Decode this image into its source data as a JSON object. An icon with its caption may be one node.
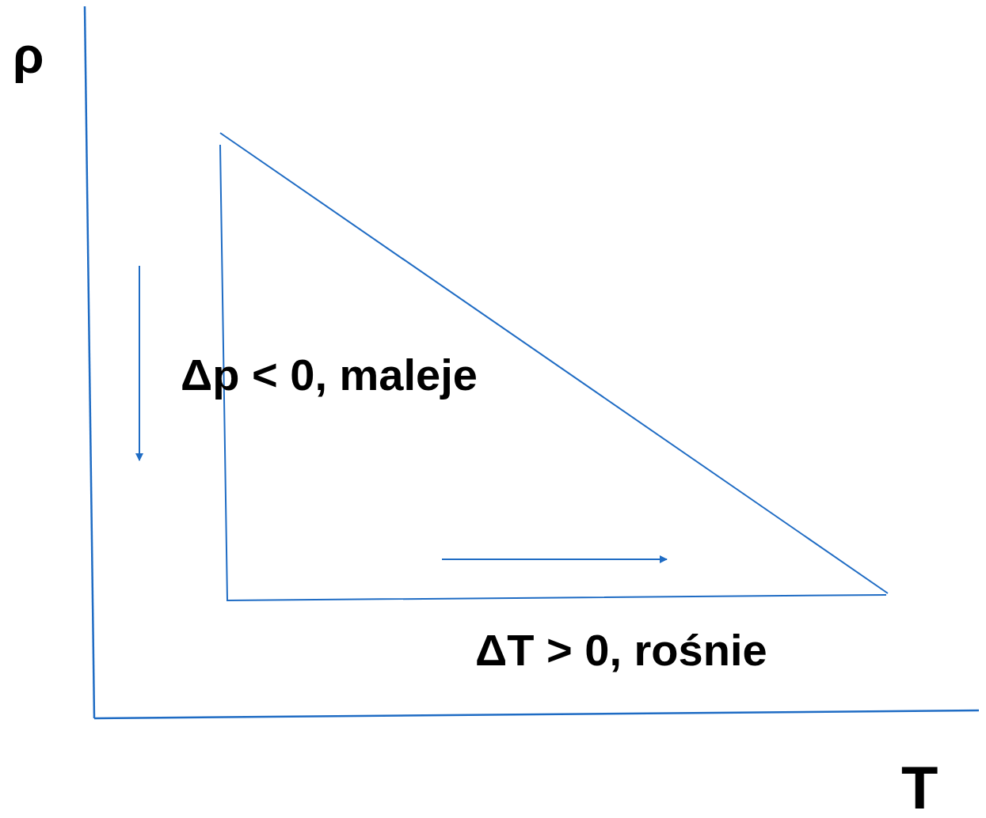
{
  "diagram": {
    "labels": [
      "ρ",
      "Δp < 0, maleje",
      "ΔT > 0, rośnie",
      "T"
    ]
  }
}
